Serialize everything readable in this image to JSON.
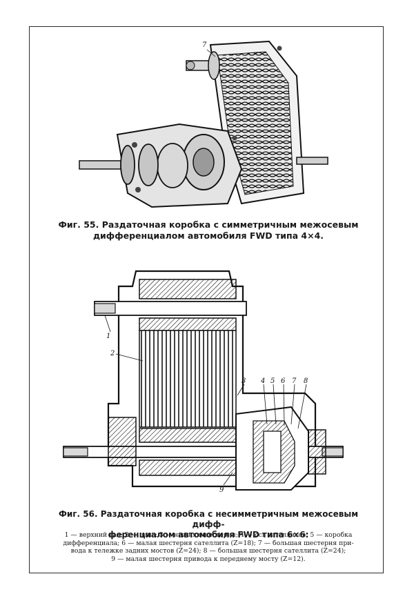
{
  "figure55": {
    "caption_line1": "Фиг. 55. Раздаточная коробка с симметричным межосевым",
    "caption_line2": "дифференциалом автомобиля FWD типа 4×4.",
    "callouts": [
      "7"
    ]
  },
  "figure56": {
    "caption_line1": "Фиг. 56. Раздаточная коробка с несимметричным межосевым дифф-",
    "caption_line2": "ференциалом автомобиля FWD типа 6×6:",
    "callouts": [
      "1",
      "2",
      "3",
      "4",
      "5",
      "6",
      "7",
      "8",
      "9"
    ],
    "legend_line1": "1 — верхний вал; 2 — цепь; 3 — нижняя шестерня; 4 — ось сателлитов; 5 — коробка",
    "legend_line2": "дифференциала; 6 — малая шестерня сателлита (Z=18); 7 — большая шестерня при-",
    "legend_line3": "вода к тележке задних мостов (Z=24); 8 — большая шестерня сателлита (Z=24);",
    "legend_line4": "9 — малая шестерня привода к переднему мосту (Z=12)."
  }
}
